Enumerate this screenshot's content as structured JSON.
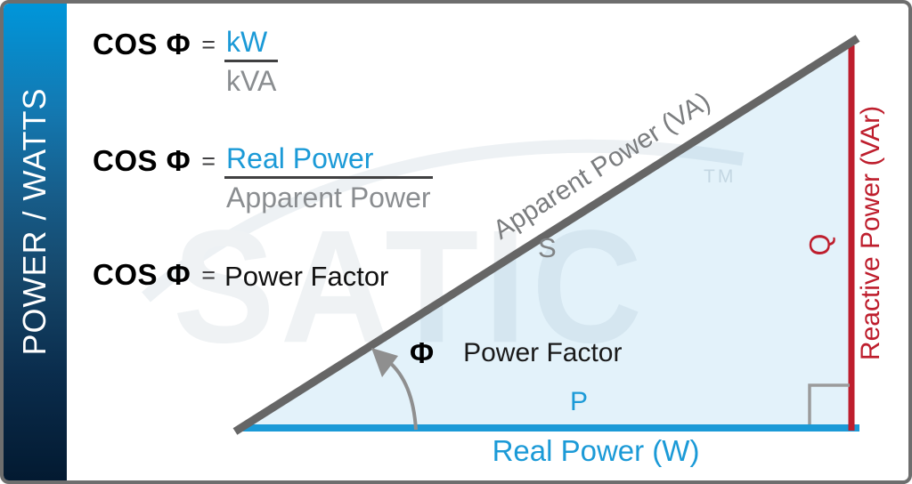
{
  "sidebar": {
    "label": "POWER / WATTS",
    "gradient_top": "#0096DA",
    "gradient_bottom": "#031A31"
  },
  "formulas": [
    {
      "lhs": "COS Φ",
      "eq": "=",
      "numerator": "kW",
      "denominator": "kVA"
    },
    {
      "lhs": "COS Φ",
      "eq": "=",
      "numerator": "Real Power",
      "denominator": "Apparent Power"
    },
    {
      "lhs": "COS Φ",
      "eq": "=",
      "rhs": "Power Factor"
    }
  ],
  "triangle": {
    "hypotenuse_label": "Apparent Power (VA)",
    "hypotenuse_symbol": "S",
    "vertical_label": "Reactive Power (VAr)",
    "vertical_symbol": "Q",
    "base_symbol": "P",
    "base_label": "Real Power (W)",
    "angle_symbol": "Φ",
    "angle_label": "Power Factor",
    "colors": {
      "base_blue": "#1B9AD7",
      "vertical_red": "#BE1E2D",
      "hypotenuse_gray": "#666666",
      "fill": "rgba(25,150,210,0.12)",
      "formula_blue": "#1B9AD7",
      "formula_gray": "#8A8D90",
      "arrow_gray": "#8F8F8F"
    }
  },
  "watermark": {
    "text": "SATIC",
    "tm": "TM"
  }
}
